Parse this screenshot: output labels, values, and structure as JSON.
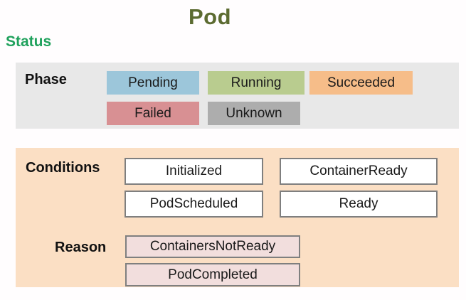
{
  "title": "Pod",
  "section_label": "Status",
  "colors": {
    "title_text": "#5c6b31",
    "status_text": "#1fa15c",
    "phase_panel_bg": "#e8e8e8",
    "conditions_panel_bg": "#fbdfc4",
    "box_border": "#7f7f7f",
    "white_box_bg": "#ffffff",
    "reason_box_bg": "#f2dedd"
  },
  "phase": {
    "label": "Phase",
    "items": [
      {
        "label": "Pending",
        "color": "#9cc6da"
      },
      {
        "label": "Running",
        "color": "#b9cc8f"
      },
      {
        "label": "Succeeded",
        "color": "#f6bd89"
      },
      {
        "label": "Failed",
        "color": "#d89093"
      },
      {
        "label": "Unknown",
        "color": "#adadad"
      }
    ]
  },
  "conditions": {
    "label": "Conditions",
    "items": [
      {
        "label": "Initialized"
      },
      {
        "label": "ContainerReady"
      },
      {
        "label": "PodScheduled"
      },
      {
        "label": "Ready"
      }
    ]
  },
  "reason": {
    "label": "Reason",
    "items": [
      {
        "label": "ContainersNotReady"
      },
      {
        "label": "PodCompleted"
      }
    ]
  }
}
